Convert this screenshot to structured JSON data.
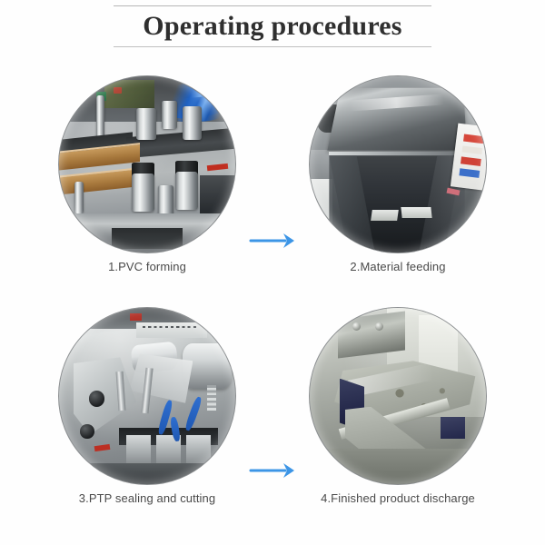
{
  "header": {
    "title": "Operating procedures",
    "rule_color": "#b6b6b6"
  },
  "theme": {
    "background": "#ffffff",
    "title_color": "#2f2f2f",
    "caption_color": "#4a4a4a",
    "arrow_color": "#3c95e6",
    "photo_border": "#8c8f91"
  },
  "steps": [
    {
      "number": "1",
      "caption": "1.PVC forming",
      "photo_name": "pvc-forming-station-photo",
      "photo_alt": "Close-up of stainless steel PVC blister forming station with chrome cylinders, tan heating plates and blue air tubing"
    },
    {
      "number": "2",
      "caption": "2.Material feeding",
      "photo_name": "material-feeding-hopper-photo",
      "photo_alt": "Stainless steel material feeding hopper with open lid and a white color-coded label card on the right"
    },
    {
      "number": "3",
      "caption": "3.PTP sealing and cutting",
      "photo_name": "ptp-sealing-cutting-photo",
      "photo_alt": "PTP sealing and cutting unit with aluminium foil rollers, blue pneumatic wires, black adjustment knobs and cutting dies"
    },
    {
      "number": "4",
      "caption": "4.Finished product discharge",
      "photo_name": "finished-product-discharge-photo",
      "photo_alt": "Curved stainless steel discharge chute with dark navy blue side panels where finished blister packs slide out"
    }
  ],
  "arrows": [
    {
      "name": "flow-arrow-1",
      "label": "→",
      "from_step": "1",
      "to_step": "2"
    },
    {
      "name": "flow-arrow-2",
      "label": "→",
      "from_step": "3",
      "to_step": "4"
    }
  ]
}
